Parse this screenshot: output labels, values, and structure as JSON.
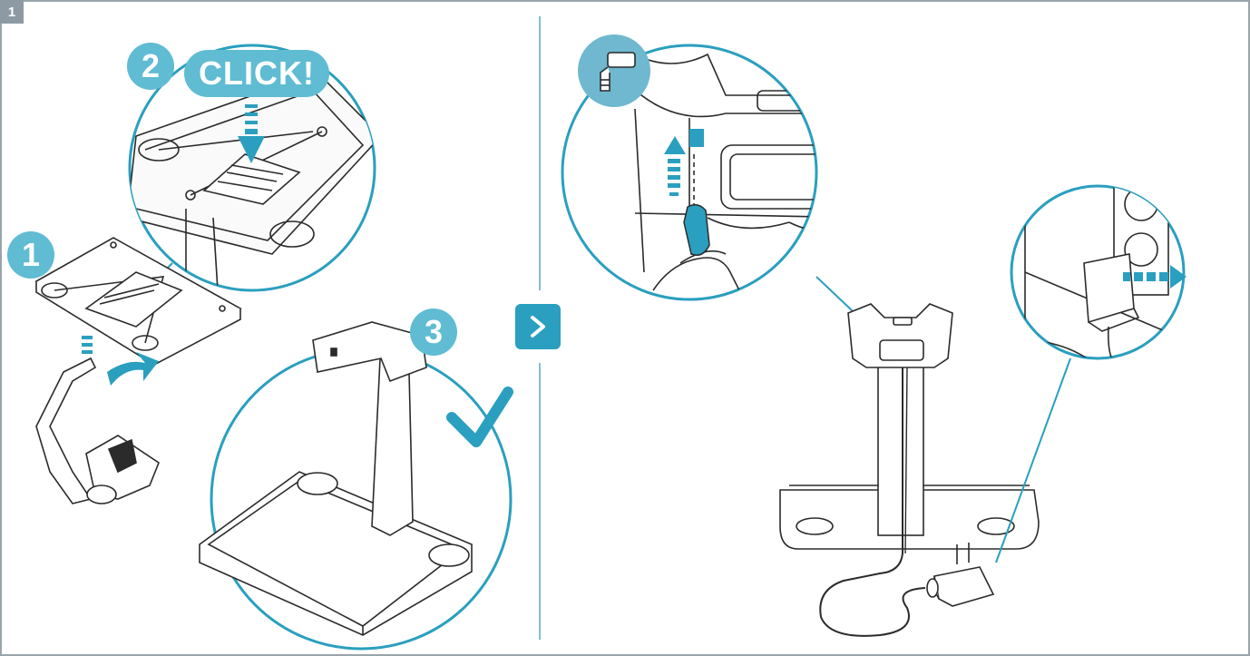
{
  "step_number": "1",
  "badges": {
    "one": "1",
    "two": "2",
    "three": "3"
  },
  "click_text": "CLICK!",
  "colors": {
    "accent": "#2a9fbf",
    "badge": "#5fbcd3",
    "line": "#2b2b2b",
    "frame": "#9aa4ab"
  },
  "icons": [
    "check-icon",
    "next-arrow-icon",
    "push-arrow-icon",
    "power-plug-icon"
  ]
}
